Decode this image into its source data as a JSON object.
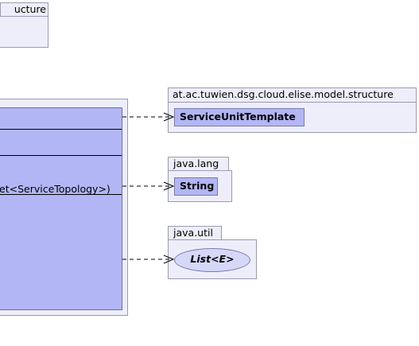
{
  "top_package": {
    "tab_label": "ucture"
  },
  "main_class": {
    "member": "et<ServiceTopology>)"
  },
  "packages": [
    {
      "name": "at.ac.tuwien.dsg.cloud.elise.model.structure",
      "element": "ServiceUnitTemplate",
      "kind": "class"
    },
    {
      "name": "java.lang",
      "element": "String",
      "kind": "class"
    },
    {
      "name": "java.util",
      "element": "List<E>",
      "kind": "interface"
    }
  ]
}
